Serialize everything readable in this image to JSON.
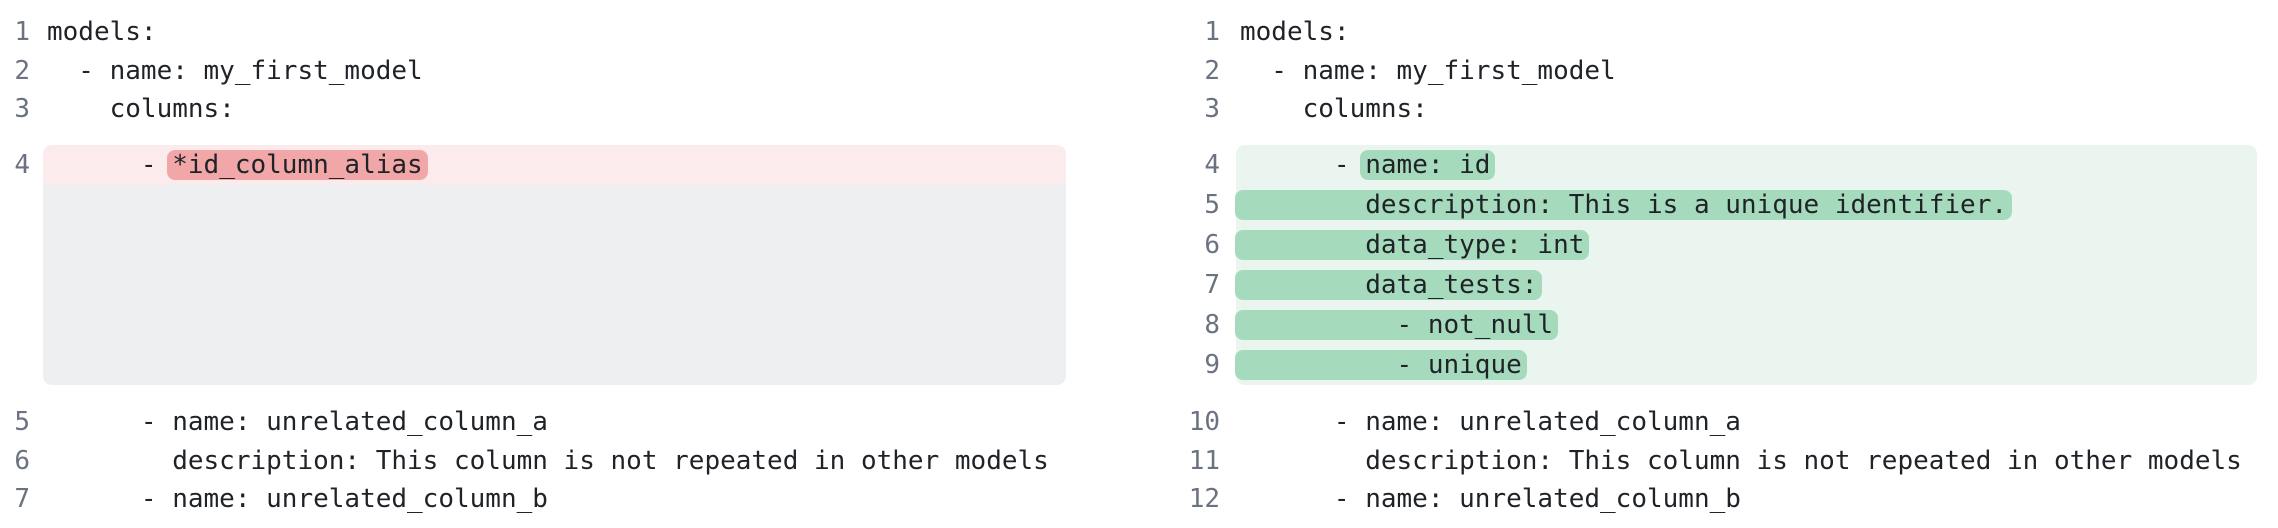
{
  "colors": {
    "removed_row_bg": "#fcebec",
    "removed_word_bg": "#f1a7a7",
    "added_row_bg": "#e9f5ee",
    "added_word_bg": "#a6dabd",
    "placeholder_bg": "#edeff1",
    "line_number": "#6b7280",
    "code_text": "#1f2328",
    "background": "#ffffff"
  },
  "diff": {
    "panes": [
      {
        "id": "before",
        "lines": [
          {
            "num": "1",
            "type": "context",
            "segments": [
              {
                "t": "models:"
              }
            ]
          },
          {
            "num": "2",
            "type": "context",
            "segments": [
              {
                "t": "  - name: my_first_model"
              }
            ]
          },
          {
            "num": "3",
            "type": "context",
            "segments": [
              {
                "t": "    columns:"
              }
            ]
          },
          {
            "num": "4",
            "type": "removed",
            "segments": [
              {
                "t": "      - "
              },
              {
                "t": "*id_column_alias",
                "m": "removed"
              }
            ]
          },
          {
            "type": "spacer",
            "rows": 5
          },
          {
            "num": "5",
            "type": "context",
            "segments": [
              {
                "t": "      - name: unrelated_column_a"
              }
            ]
          },
          {
            "num": "6",
            "type": "context",
            "segments": [
              {
                "t": "        description: This column is not repeated in other models"
              }
            ]
          },
          {
            "num": "7",
            "type": "context",
            "segments": [
              {
                "t": "      - name: unrelated_column_b"
              }
            ]
          }
        ]
      },
      {
        "id": "after",
        "lines": [
          {
            "num": "1",
            "type": "context",
            "segments": [
              {
                "t": "models:"
              }
            ]
          },
          {
            "num": "2",
            "type": "context",
            "segments": [
              {
                "t": "  - name: my_first_model"
              }
            ]
          },
          {
            "num": "3",
            "type": "context",
            "segments": [
              {
                "t": "    columns:"
              }
            ]
          },
          {
            "num": "4",
            "type": "added",
            "segments": [
              {
                "t": "      - "
              },
              {
                "t": "name: id",
                "m": "added"
              }
            ]
          },
          {
            "num": "5",
            "type": "added",
            "segments": [
              {
                "t": "        description: This is a unique identifier.",
                "m": "added"
              }
            ]
          },
          {
            "num": "6",
            "type": "added",
            "segments": [
              {
                "t": "        data_type: int",
                "m": "added"
              }
            ]
          },
          {
            "num": "7",
            "type": "added",
            "segments": [
              {
                "t": "        data_tests:",
                "m": "added"
              }
            ]
          },
          {
            "num": "8",
            "type": "added",
            "segments": [
              {
                "t": "          - not_null",
                "m": "added"
              }
            ]
          },
          {
            "num": "9",
            "type": "added",
            "segments": [
              {
                "t": "          - unique",
                "m": "added"
              }
            ]
          },
          {
            "num": "10",
            "type": "context",
            "segments": [
              {
                "t": "      - name: unrelated_column_a"
              }
            ]
          },
          {
            "num": "11",
            "type": "context",
            "segments": [
              {
                "t": "        description: This column is not repeated in other models"
              }
            ]
          },
          {
            "num": "12",
            "type": "context",
            "segments": [
              {
                "t": "      - name: unrelated_column_b"
              }
            ]
          }
        ]
      }
    ]
  }
}
